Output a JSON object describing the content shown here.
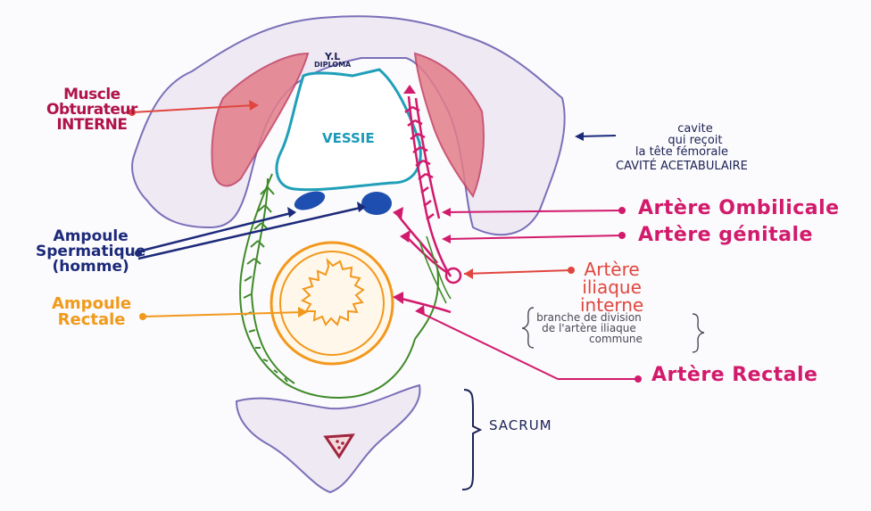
{
  "labels": {
    "muscle_obturateur": [
      "Muscle",
      "Obturateur",
      "INTERNE"
    ],
    "yl": [
      "Y.L",
      "DIPLOMA"
    ],
    "vessie": "VESSIE",
    "cavite": [
      "cavite",
      "qui reçoit",
      "la tête fémorale",
      "CAVITÉ ACETABULAIRE"
    ],
    "artere_ombilicale": "Artère Ombilicale",
    "artere_genitale": "Artère génitale",
    "ampoule_spermatique": [
      "Ampoule",
      "Spermatique",
      "(homme)"
    ],
    "artere_iliaque_interne": [
      "Artère",
      "iliaque",
      "interne"
    ],
    "branche_note": [
      "branche de division",
      "de l'artère iliaque",
      "commune"
    ],
    "ampoule_rectale": [
      "Ampoule",
      "Rectale"
    ],
    "artere_rectale": "Artère Rectale",
    "sacrum": "SACRUM"
  },
  "colors": {
    "bone_outline": "#7a6fb8",
    "bone_fill": "#ece7f3",
    "muscle": "#e06b7c",
    "bladder": "#1fa0b8",
    "artery": "#d21a6c",
    "nerve_green": "#3f8a2a",
    "rectum": "#f2981c",
    "ampoule_blue": "#1e4fb0",
    "navy_text": "#1c2a7a"
  }
}
